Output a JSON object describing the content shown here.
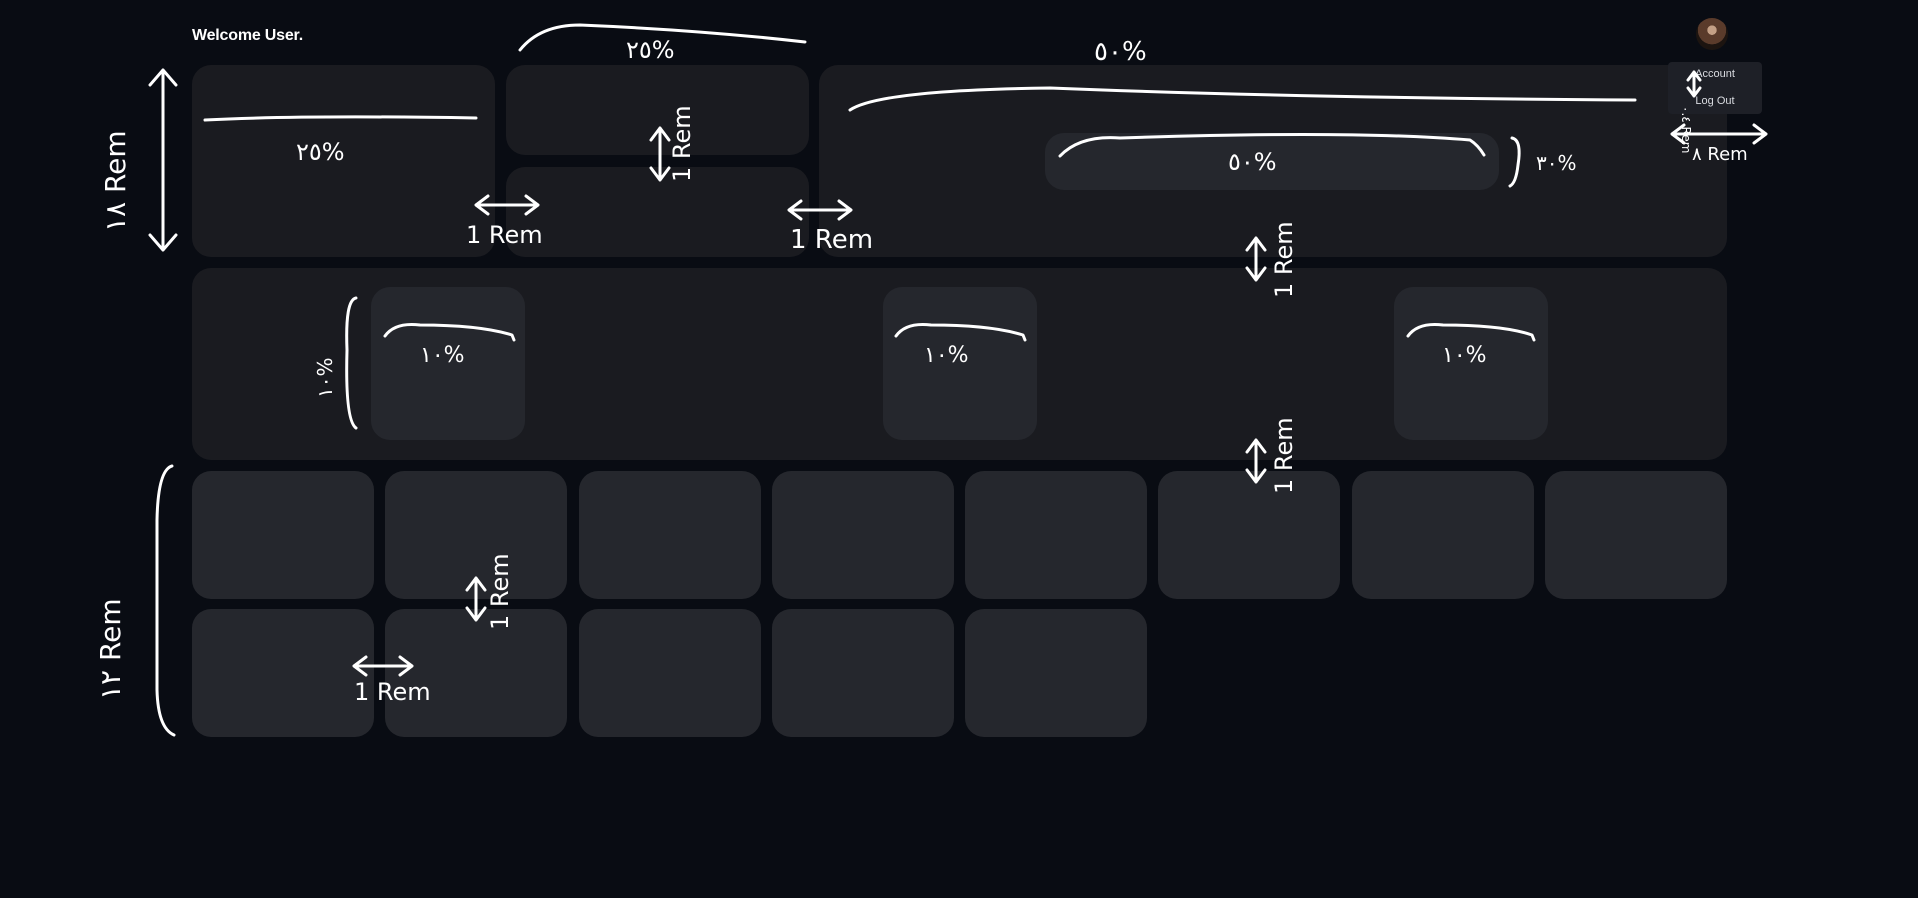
{
  "header": {
    "welcome_text": "Welcome User."
  },
  "user_menu": {
    "account_label": "Account",
    "logout_label": "Log Out"
  },
  "annotations": {
    "pct_top_left": "٢٥%",
    "pct_top_mid": "٢٥%",
    "pct_top_right": "٥٠%",
    "pct_search": "٥٠%",
    "pct_search_h": "٣٠%",
    "pct_card_1": "١٠%",
    "pct_card_2": "١٠%",
    "pct_card_3": "١٠%",
    "pct_row_h": "١٠%",
    "rem_gap_1": "1 Rem",
    "rem_gap_2": "1 Rem",
    "rem_vgap_mid": "1 Rem",
    "rem_vgap_1": "1 Rem",
    "rem_vgap_2": "1 Rem",
    "rem_vgap_tiles": "1 Rem",
    "rem_hgap_tiles": "1 Rem",
    "height_top": "١٨ Rem",
    "height_tiles": "١٢ Rem",
    "menu_width": "٨ Rem",
    "menu_gap": "٠.٤ Rem"
  }
}
